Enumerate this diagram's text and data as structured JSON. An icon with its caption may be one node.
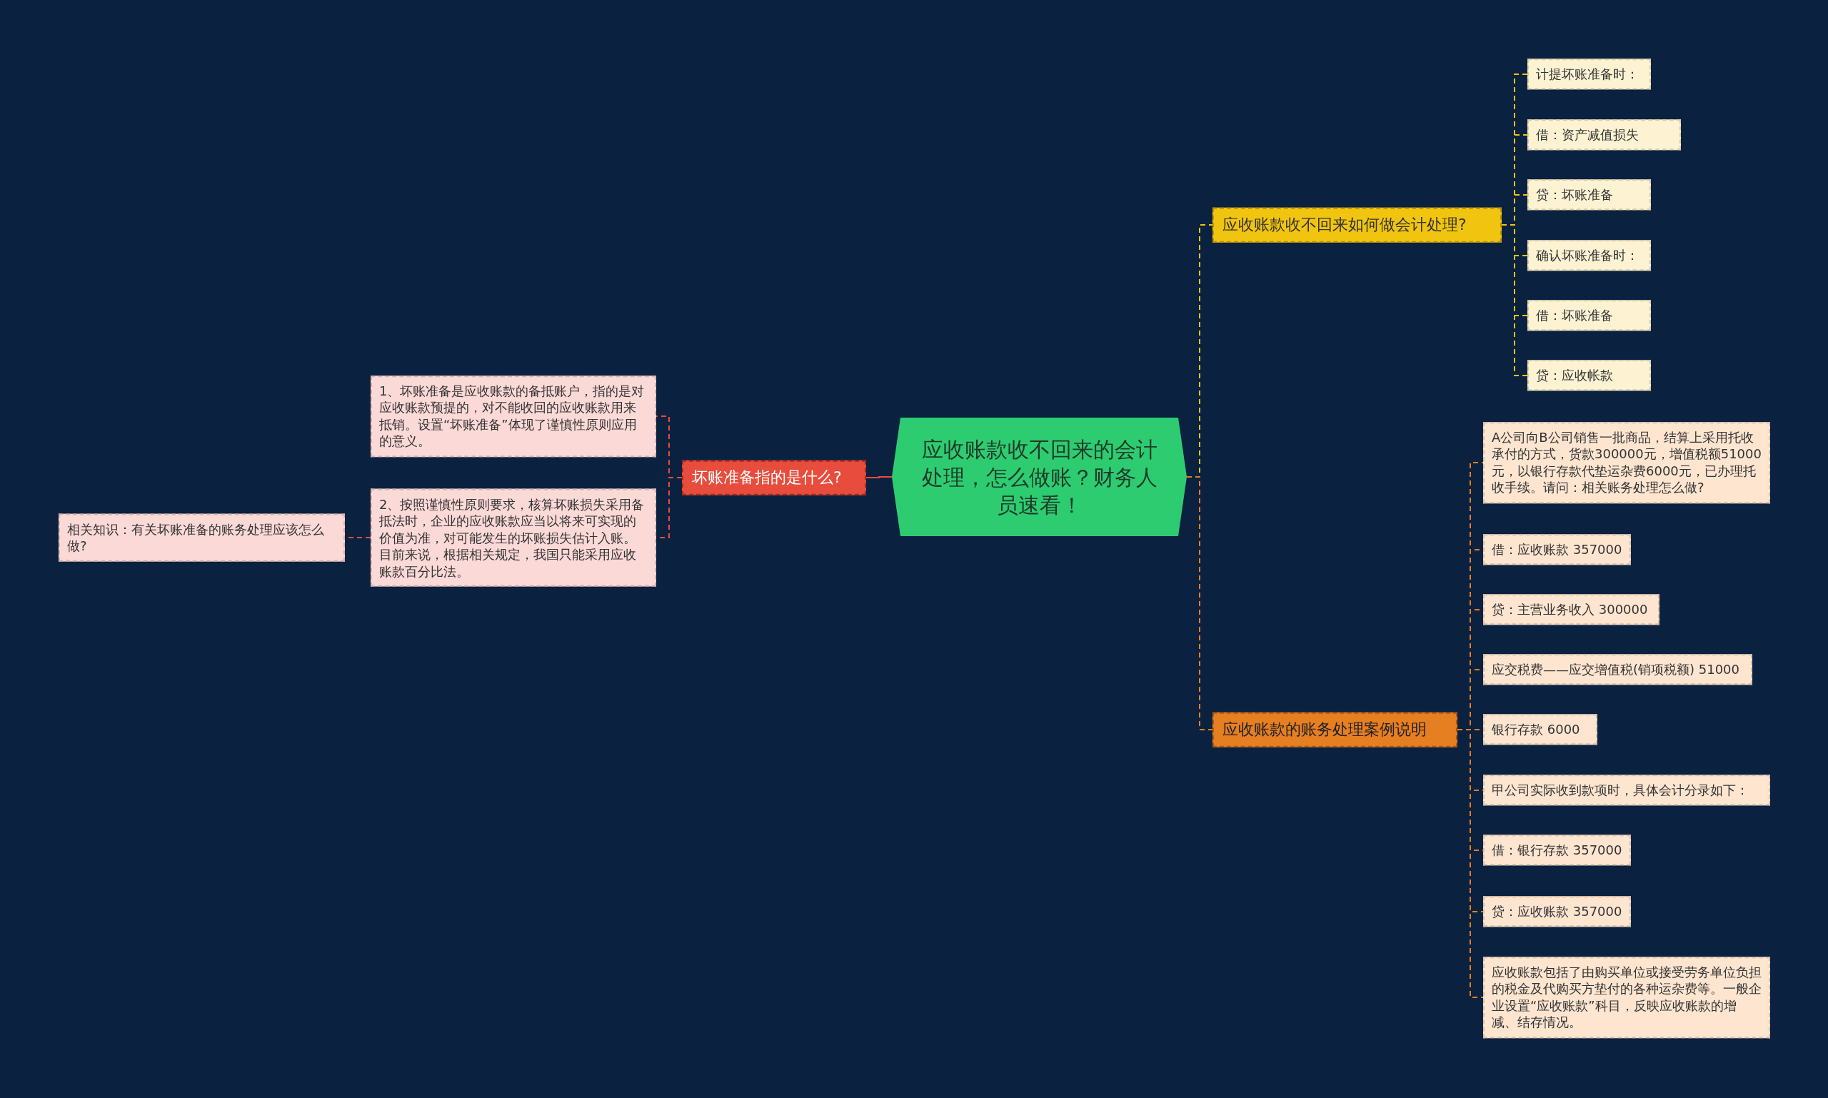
{
  "diagram": {
    "nodes": [
      {
        "text": [
          "应收账款收不回来的会计处理，怎么做账？财务人员速看！"
        ]
      },
      {
        "text": [
          "应收账款收不回来如何做会计处理?"
        ]
      },
      {
        "text": [
          "计提坏账准备时："
        ]
      },
      {
        "text": [
          "借：资产减值损失"
        ]
      },
      {
        "text": [
          "贷：坏账准备"
        ]
      },
      {
        "text": [
          "确认坏账准备时："
        ]
      },
      {
        "text": [
          "借：坏账准备"
        ]
      },
      {
        "text": [
          "贷：应收帐款"
        ]
      },
      {
        "text": [
          "应收账款的账务处理案例说明"
        ]
      },
      {
        "text": [
          "A公司向B公司销售一批商品，结算上采用托收承付的方式，货款300000元，增值税额51000元，以银行存款代垫运杂费6000元，已办理托收手续。请问：相关账务处理怎么做?"
        ]
      },
      {
        "text": [
          "借：应收账款 357000"
        ]
      },
      {
        "text": [
          "贷：主营业务收入 300000"
        ]
      },
      {
        "text": [
          "应交税费——应交增值税(销项税额) 51000"
        ]
      },
      {
        "text": [
          "银行存款 6000"
        ]
      },
      {
        "text": [
          "甲公司实际收到款项时，具体会计分录如下："
        ]
      },
      {
        "text": [
          "借：银行存款 357000"
        ]
      },
      {
        "text": [
          "贷：应收账款 357000"
        ]
      },
      {
        "text": [
          "应收账款包括了由购买单位或接受劳务单位负担的税金及代购买方垫付的各种运杂费等。一般企业设置“应收账款”科目，反映应收账款的增减、结存情况。"
        ]
      },
      {
        "text": [
          "坏账准备指的是什么?"
        ]
      },
      {
        "text": [
          "1、坏账准备是应收账款的备抵账户，指的是对应收账款预提的，对不能收回的应收账款用来抵销。设置“坏账准备”体现了谨慎性原则应用的意义。"
        ]
      },
      {
        "text": [
          "2、按照谨慎性原则要求，核算坏账损失采用备抵法时，企业的应收账款应当以将来可实现的价值为准，对可能发生的坏账损失估计入账。目前来说，根据相关规定，我国只能采用应收账款百分比法。"
        ]
      },
      {
        "text": [
          "相关知识：有关坏账准备的账务处理应该怎么做?"
        ]
      }
    ],
    "edges": [
      {
        "from": 0,
        "to": 1,
        "arrow": "none",
        "style": "dashed",
        "color": "#f1c40f"
      },
      {
        "from": 1,
        "to": 2,
        "arrow": "none",
        "style": "dashed",
        "color": "#f1c40f"
      },
      {
        "from": 1,
        "to": 3,
        "arrow": "none",
        "style": "dashed",
        "color": "#f1c40f"
      },
      {
        "from": 1,
        "to": 4,
        "arrow": "none",
        "style": "dashed",
        "color": "#f1c40f"
      },
      {
        "from": 1,
        "to": 5,
        "arrow": "none",
        "style": "dashed",
        "color": "#f1c40f"
      },
      {
        "from": 1,
        "to": 6,
        "arrow": "none",
        "style": "dashed",
        "color": "#f1c40f"
      },
      {
        "from": 1,
        "to": 7,
        "arrow": "none",
        "style": "dashed",
        "color": "#f1c40f"
      },
      {
        "from": 0,
        "to": 8,
        "arrow": "none",
        "style": "dashed"
      },
      {
        "from": 8,
        "to": 9,
        "arrow": "none",
        "style": "dashed"
      },
      {
        "from": 8,
        "to": 10,
        "arrow": "none",
        "style": "dashed"
      },
      {
        "from": 8,
        "to": 11,
        "arrow": "none",
        "style": "dashed"
      },
      {
        "from": 8,
        "to": 12,
        "arrow": "none",
        "style": "dashed"
      },
      {
        "from": 8,
        "to": 13,
        "arrow": "none",
        "style": "dashed"
      },
      {
        "from": 8,
        "to": 14,
        "arrow": "none",
        "style": "dashed"
      },
      {
        "from": 8,
        "to": 15,
        "arrow": "none",
        "style": "dashed"
      },
      {
        "from": 8,
        "to": 16,
        "arrow": "none",
        "style": "dashed"
      },
      {
        "from": 8,
        "to": 17,
        "arrow": "none",
        "style": "dashed"
      },
      {
        "from": 0,
        "to": 18,
        "arrow": "none",
        "color": "#e74c3c"
      },
      {
        "from": 18,
        "to": 19,
        "arrow": "none",
        "style": "dashed",
        "color": "#e74c3c"
      },
      {
        "from": 18,
        "to": 20,
        "arrow": "none",
        "style": "dashed",
        "color": "#e74c3c"
      },
      {
        "from": 20,
        "to": 21,
        "arrow": "none",
        "style": "dashed",
        "color": "#e74c3c"
      }
    ]
  }
}
